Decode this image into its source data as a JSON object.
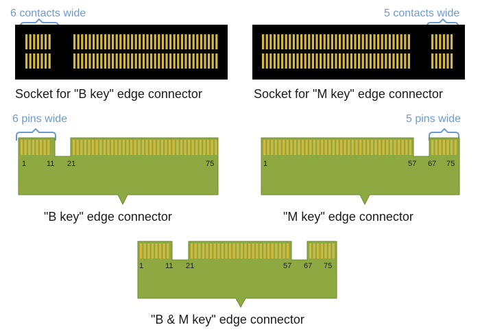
{
  "annotations": {
    "b_socket_width": "6 contacts wide",
    "m_socket_width": "5 contacts wide",
    "b_key_width": "6 pins wide",
    "m_key_width": "5 pins wide"
  },
  "captions": {
    "b_socket": "Socket for \"B key\" edge connector",
    "m_socket": "Socket for \"M key\" edge connector",
    "b_key": "\"B key\" edge connector",
    "m_key": "\"M key\" edge connector",
    "bm_key": "\"B & M key\" edge connector"
  },
  "pin_labels": {
    "b_key": [
      "1",
      "11",
      "21",
      "75"
    ],
    "m_key": [
      "1",
      "57",
      "67",
      "75"
    ],
    "bm_key": [
      "1",
      "11",
      "21",
      "57",
      "67",
      "75"
    ]
  },
  "colors": {
    "socket": "#000000",
    "gold": "#d4b83e",
    "pcb": "#8ea942",
    "annotation": "#6b9bd1"
  }
}
